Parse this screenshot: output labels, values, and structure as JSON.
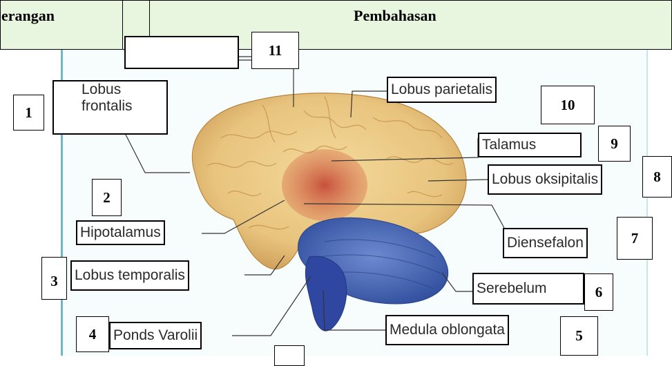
{
  "header": {
    "left_title": "erangan",
    "right_title": "Pembahasan"
  },
  "labels": {
    "lobus_frontalis": "Lobus\nfrontalis",
    "lobus_parietalis": "Lobus parietalis",
    "talamus": "Talamus",
    "lobus_oksipitalis": "Lobus oksipitalis",
    "hipotalamus": "Hipotalamus",
    "diensefalon": "Diensefalon",
    "lobus_temporalis": "Lobus temporalis",
    "serebelum": "Serebelum",
    "ponds_varolii": "Ponds Varolii",
    "medula_oblongata": "Medula oblongata"
  },
  "numbers": {
    "n1": "1",
    "n2": "2",
    "n3": "3",
    "n4": "4",
    "n5": "5",
    "n6": "6",
    "n7": "7",
    "n8": "8",
    "n9": "9",
    "n10": "10",
    "n11": "11"
  },
  "colors": {
    "header_bg": "#e9f6df",
    "cerebrum": "#e8c47e",
    "diencephalon": "#c0392b",
    "cerebellum": "#3f5fae",
    "brainstem": "#2f47a0"
  }
}
